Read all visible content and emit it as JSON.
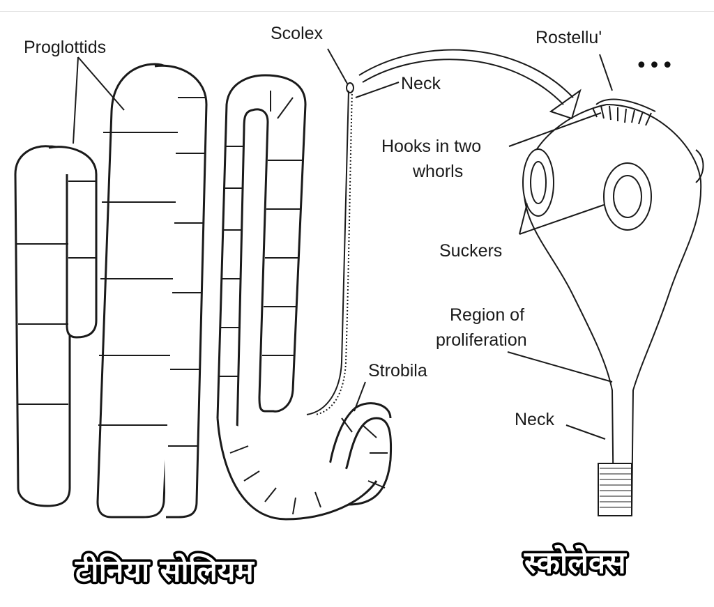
{
  "labels": {
    "proglottids": "Proglottids",
    "scolex": "Scolex",
    "neck_top": "Neck",
    "rostellum": "Rostellu'",
    "hooks_line1": "Hooks in two",
    "hooks_line2": "whorls",
    "suckers": "Suckers",
    "region_line1": "Region of",
    "region_line2": "proliferation",
    "strobila": "Strobila",
    "neck_bottom": "Neck"
  },
  "captions": {
    "left": "टीनिया सोलियम",
    "right": "स्कोलेक्स"
  },
  "menu": {
    "more_label": "•••"
  }
}
